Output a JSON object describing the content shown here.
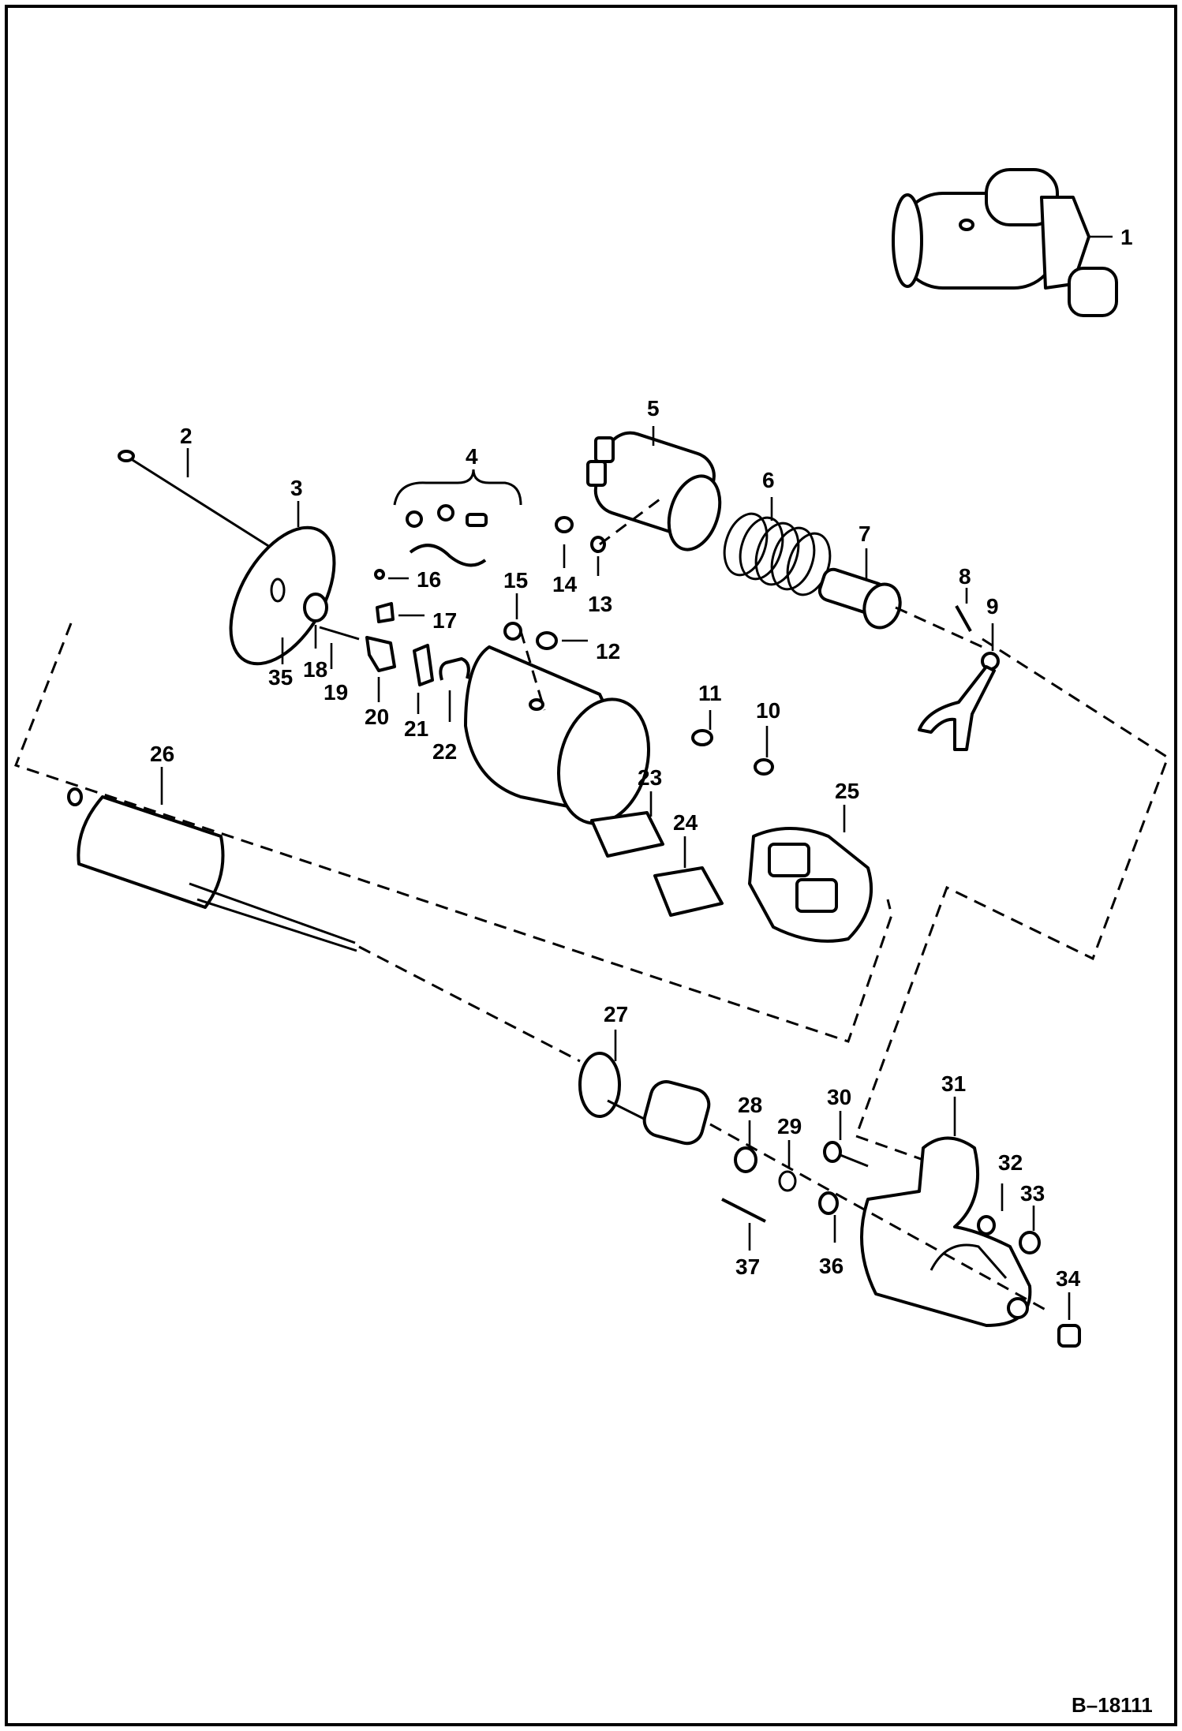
{
  "figure": {
    "reference": "B–18111",
    "callouts": {
      "c1": "1",
      "c2": "2",
      "c3": "3",
      "c4": "4",
      "c5": "5",
      "c6": "6",
      "c7": "7",
      "c8": "8",
      "c9": "9",
      "c10": "10",
      "c11": "11",
      "c12": "12",
      "c13": "13",
      "c14": "14",
      "c15": "15",
      "c16": "16",
      "c17": "17",
      "c18": "18",
      "c19": "19",
      "c20": "20",
      "c21": "21",
      "c22": "22",
      "c23": "23",
      "c24": "24",
      "c25": "25",
      "c26": "26",
      "c27": "27",
      "c28": "28",
      "c29": "29",
      "c30": "30",
      "c31": "31",
      "c32": "32",
      "c33": "33",
      "c34": "34",
      "c35": "35",
      "c36": "36",
      "c37": "37"
    }
  }
}
